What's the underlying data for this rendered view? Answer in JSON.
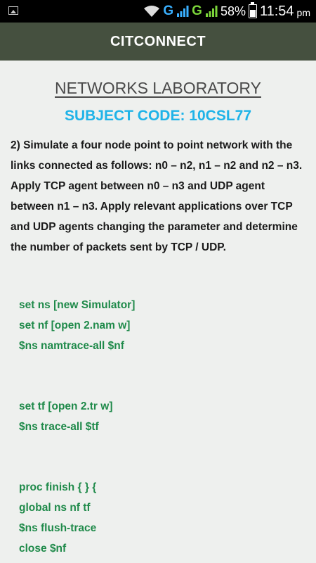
{
  "status_bar": {
    "network_left": "G",
    "network_right": "G",
    "battery": "58%",
    "time": "11:54",
    "ampm": "pm"
  },
  "app_bar": {
    "title": "CITCONNECT"
  },
  "page": {
    "lab_title": "NETWORKS LABORATORY",
    "subject_code": "SUBJECT CODE: 10CSL77",
    "question": "2) Simulate a four node point to point network with the links connected as follows: n0 – n2, n1 – n2 and n2 – n3. Apply TCP agent between n0 – n3 and UDP agent between n1 – n3. Apply relevant applications over TCP and UDP agents changing the parameter and determine the number of packets sent by TCP / UDP.",
    "code_lines": [
      "set ns [new Simulator]",
      "set nf [open 2.nam w]",
      "$ns namtrace-all $nf",
      "set tf [open 2.tr w]",
      "$ns trace-all $tf",
      "proc finish { } {",
      "global ns nf tf",
      "$ns flush-trace",
      "close $nf"
    ]
  }
}
